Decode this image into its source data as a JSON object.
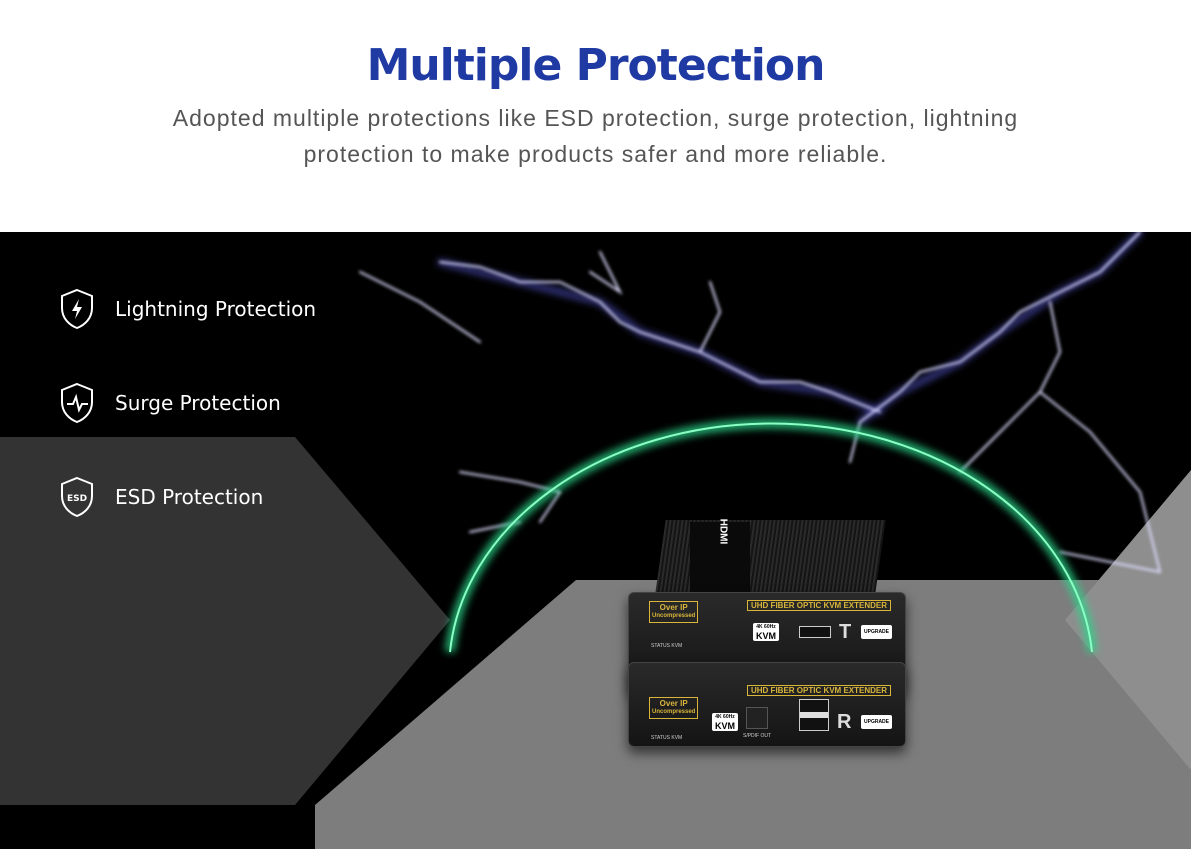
{
  "header": {
    "title": "Multiple Protection",
    "subtitle": "Adopted multiple protections like ESD protection, surge protection, lightning protection to make products safer and more reliable."
  },
  "features": [
    {
      "icon": "shield-lightning-icon",
      "label": "Lightning Protection"
    },
    {
      "icon": "shield-pulse-icon",
      "label": "Surge Protection"
    },
    {
      "icon": "shield-esd-icon",
      "label": "ESD Protection",
      "icon_text": "ESD"
    }
  ],
  "product": {
    "transmitter": {
      "banner": "UHD FIBER OPTIC KVM EXTENDER",
      "badge_top": "Over IP",
      "badge_bottom": "Uncompressed",
      "kvm_top": "4K 60Hz",
      "kvm": "KVM",
      "letter": "T",
      "port": "UPGRADE",
      "status": "STATUS KVM",
      "lid_brand": "HDMI"
    },
    "receiver": {
      "banner": "UHD FIBER OPTIC KVM EXTENDER",
      "badge_top": "Over IP",
      "badge_bottom": "Uncompressed",
      "kvm_top": "4K 60Hz",
      "kvm": "KVM",
      "letter": "R",
      "port": "UPGRADE",
      "status": "STATUS KVM",
      "spdif": "S/PDIF OUT"
    }
  },
  "colors": {
    "title": "#1f3aa3",
    "accent_gold": "#d9b53a",
    "arc": "#2bd68a"
  }
}
